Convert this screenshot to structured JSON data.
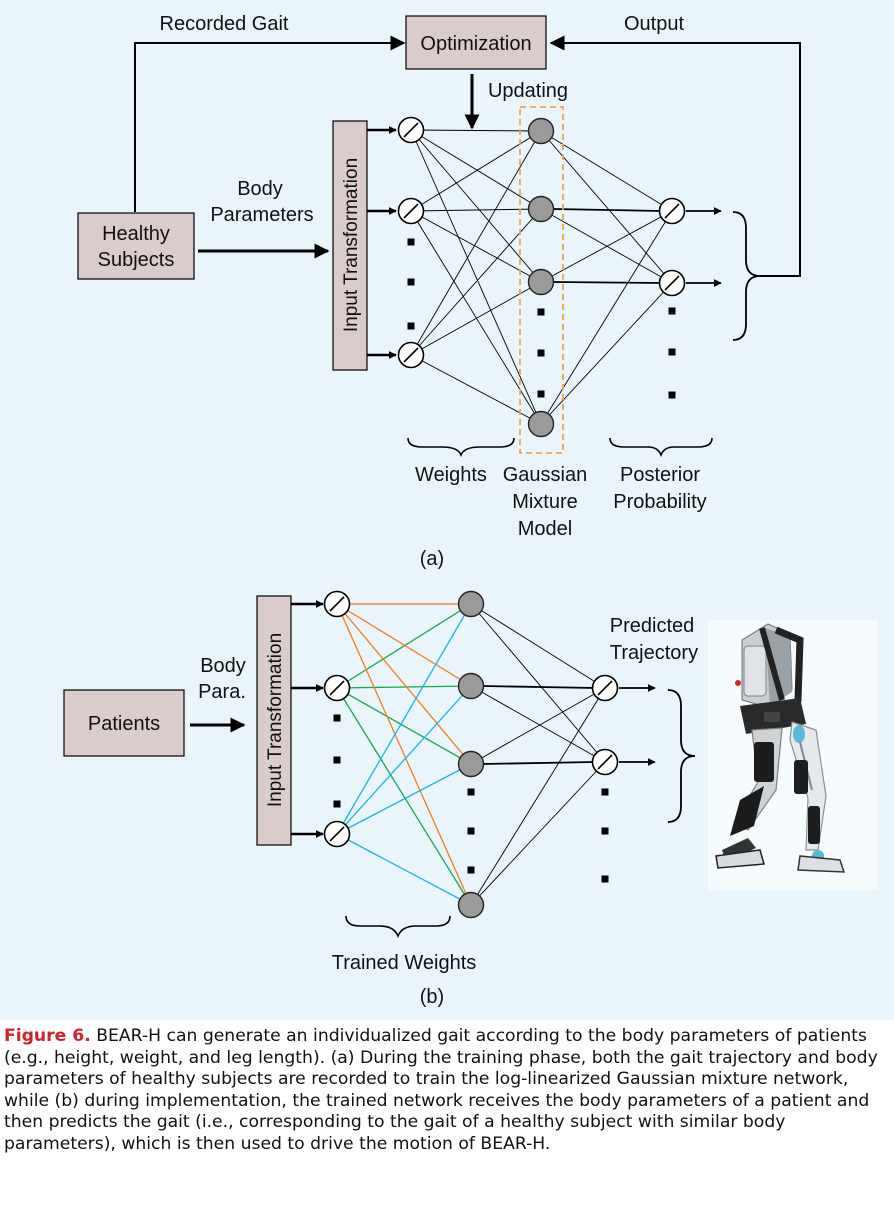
{
  "panel_a": {
    "recorded_gait_label": "Recorded Gait",
    "optimization_label": "Optimization",
    "output_label": "Output",
    "updating_label": "Updating",
    "body_parameters_label": [
      "Body",
      "Parameters"
    ],
    "healthy_subjects_label": [
      "Healthy",
      "Subjects"
    ],
    "input_transformation_label": "Input Transformation",
    "weights_label": "Weights",
    "gmm_label": [
      "Gaussian",
      "Mixture",
      "Model"
    ],
    "posterior_label": [
      "Posterior",
      "Probability"
    ],
    "panel_tag": "(a)"
  },
  "panel_b": {
    "patients_label": "Patients",
    "body_para_label": [
      "Body",
      "Para."
    ],
    "input_transformation_label": "Input Transformation",
    "predicted_trajectory_label": [
      "Predicted",
      "Trajectory"
    ],
    "trained_weights_label": "Trained Weights",
    "panel_tag": "(b)"
  },
  "colors": {
    "box_fill": "#d9cccb",
    "node_gray": "#9a9a9a",
    "dashed_orange": "#f0a24a",
    "weight_orange": "#f07d1a",
    "weight_cyan": "#19b4e6",
    "weight_green": "#18a64a",
    "caption_red": "#d12229"
  },
  "caption": {
    "label": "Figure 6.",
    "text": " BEAR-H can generate an individualized gait according to the body parameters of patients (e.g., height, weight, and leg length). (a) During the training phase, both the gait trajectory and body parameters of healthy subjects are recorded to train the log-linearized Gaussian mixture network, while (b) during implementation, the trained network receives the body parameters of a patient and then predicts the gait (i.e., corresponding to the gait of a healthy subject with similar body parameters), which is then used to drive the motion of BEAR-H."
  }
}
